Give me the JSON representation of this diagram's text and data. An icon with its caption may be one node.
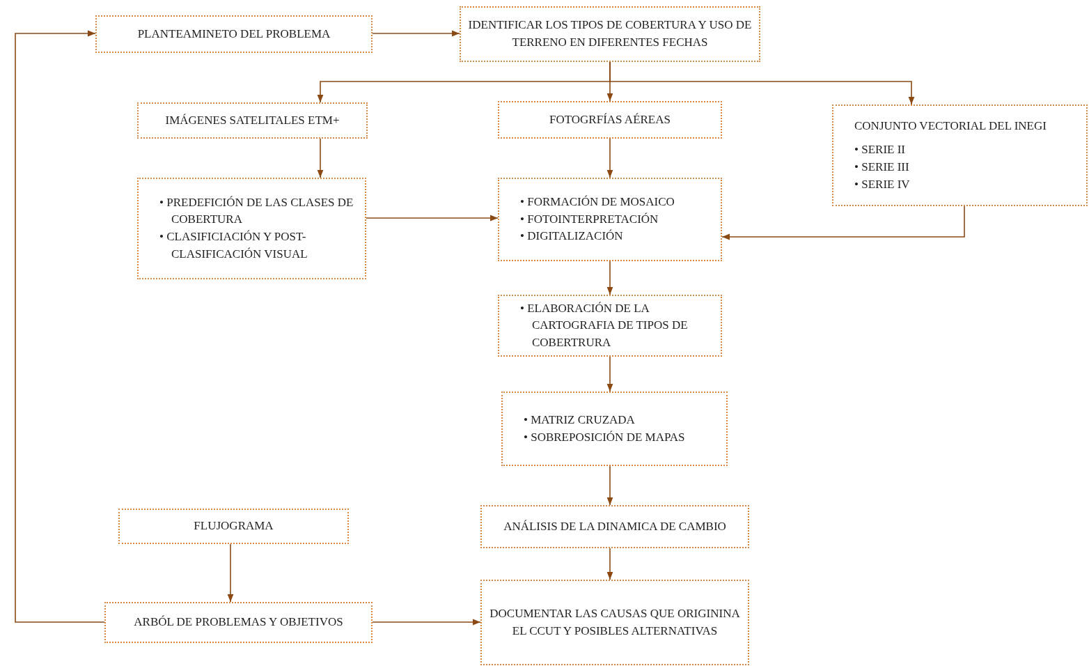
{
  "diagram": {
    "nodes": [
      {
        "text": [
          "PLANTEAMINETO DEL PROBLEMA"
        ]
      },
      {
        "text": [
          "IDENTIFICAR LOS TIPOS DE COBERTURA Y USO DE TERRENO EN DIFERENTES FECHAS"
        ]
      },
      {
        "text": [
          "IMÁGENES SATELITALES ETM+"
        ]
      },
      {
        "text": [
          "FOTOGRFÍAS AÉREAS"
        ]
      },
      {
        "text": [
          "CONJUNTO VECTORIAL DEL INEGI",
          "• SERIE II",
          "• SERIE III",
          "• SERIE IV"
        ]
      },
      {
        "text": [
          "• PREDEFICIÓN DE LAS CLASES DE COBERTURA",
          "• CLASIFICIACIÓN Y POST-CLASIFICACIÓN VISUAL"
        ]
      },
      {
        "text": [
          "• FORMACIÓN DE MOSAICO",
          "• FOTOINTERPRETACIÓN",
          "• DIGITALIZACIÓN"
        ]
      },
      {
        "text": [
          "• ELABORACIÓN DE LA CARTOGRAFIA DE TIPOS DE COBERTRURA"
        ]
      },
      {
        "text": [
          "• MATRIZ CRUZADA",
          "• SOBREPOSICIÓN DE MAPAS"
        ]
      },
      {
        "text": [
          "FLUJOGRAMA"
        ]
      },
      {
        "text": [
          "ANÁLISIS DE LA DINAMICA DE CAMBIO"
        ]
      },
      {
        "text": [
          "ARBÓL DE PROBLEMAS Y OBJETIVOS"
        ]
      },
      {
        "text": [
          "DOCUMENTAR LAS CAUSAS QUE ORIGININA EL CCUT Y POSIBLES ALTERNATIVAS"
        ]
      }
    ],
    "edges": [
      {
        "from": 0,
        "to": 1,
        "arrow": "to"
      },
      {
        "from": 1,
        "to": 2,
        "arrow": "to"
      },
      {
        "from": 1,
        "to": 3,
        "arrow": "to"
      },
      {
        "from": 1,
        "to": 4,
        "arrow": "to"
      },
      {
        "from": 2,
        "to": 5,
        "arrow": "to"
      },
      {
        "from": 3,
        "to": 6,
        "arrow": "to"
      },
      {
        "from": 5,
        "to": 6,
        "arrow": "to"
      },
      {
        "from": 4,
        "to": 6,
        "arrow": "to"
      },
      {
        "from": 6,
        "to": 7,
        "arrow": "to"
      },
      {
        "from": 7,
        "to": 8,
        "arrow": "to"
      },
      {
        "from": 8,
        "to": 10,
        "arrow": "to"
      },
      {
        "from": 10,
        "to": 12,
        "arrow": "to"
      },
      {
        "from": 9,
        "to": 11,
        "arrow": "to"
      },
      {
        "from": 11,
        "to": 12,
        "arrow": "to"
      },
      {
        "from": 11,
        "to": 0,
        "arrow": "to"
      }
    ]
  }
}
